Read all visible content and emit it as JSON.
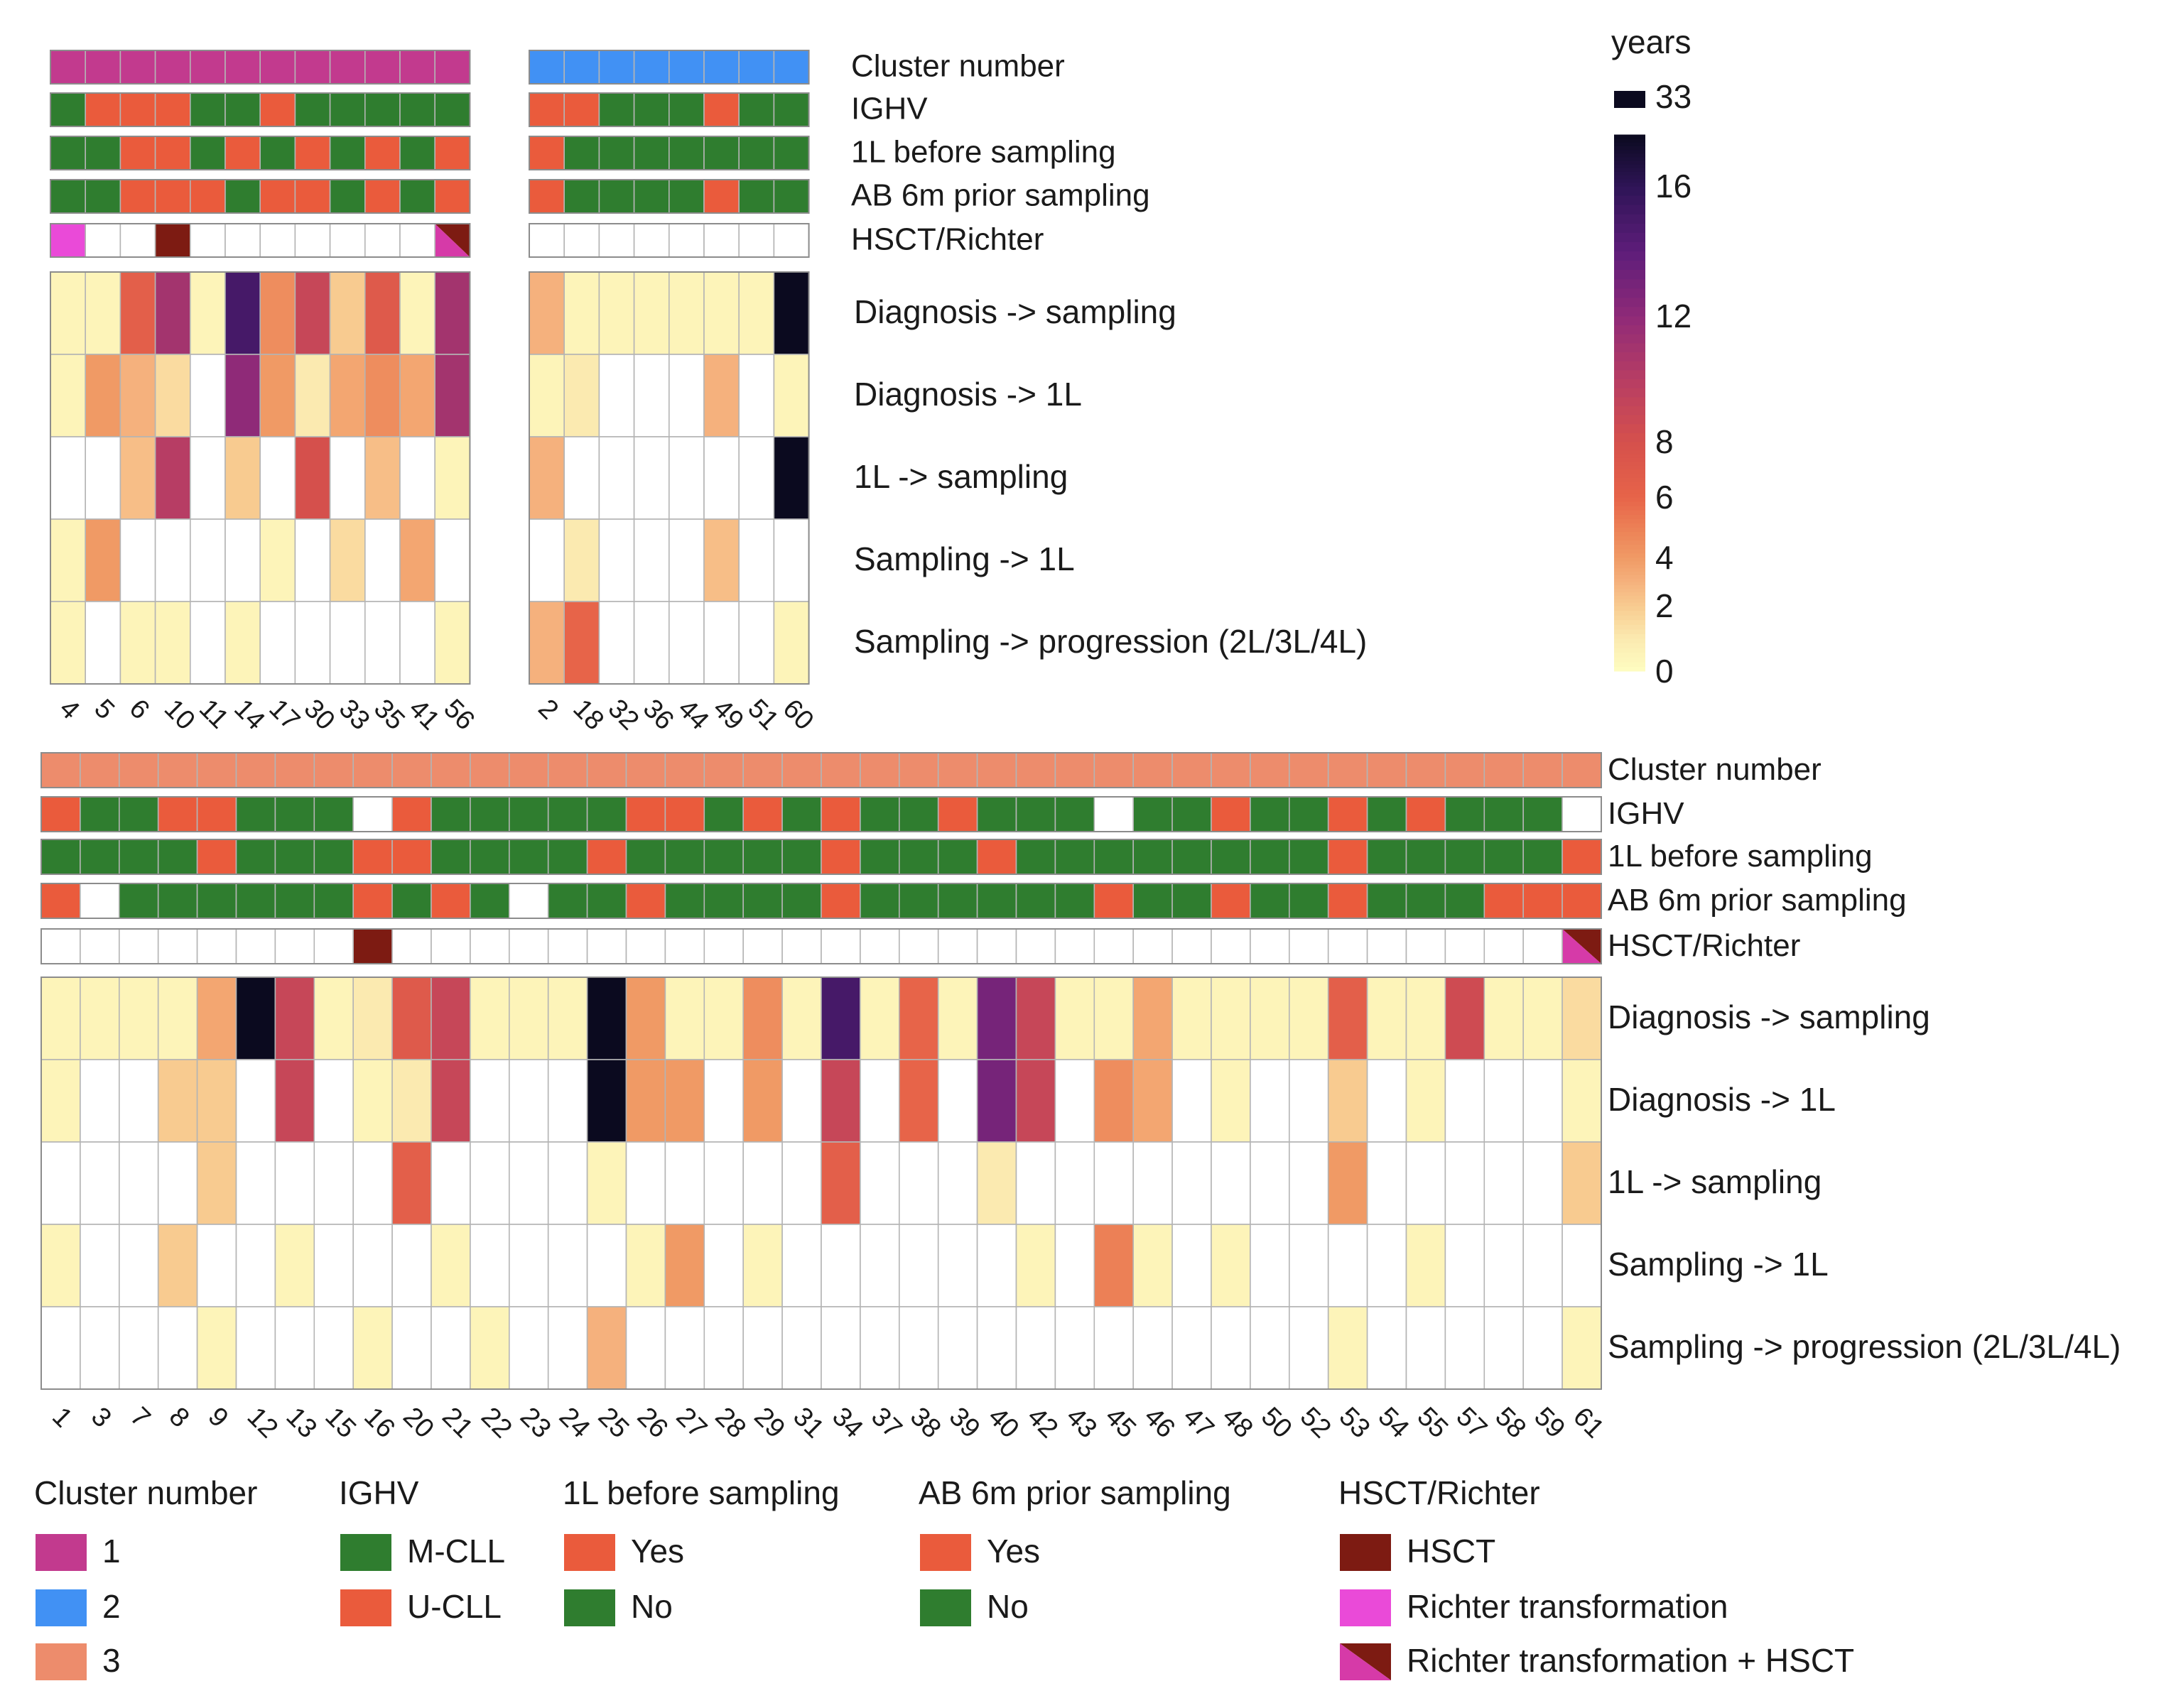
{
  "chart_data": {
    "type": "heatmap",
    "colorbar": {
      "title": "years",
      "ticks": [
        "0",
        "2",
        "4",
        "6",
        "8",
        "12",
        "16",
        "33"
      ],
      "stops": [
        [
          0,
          "#fefdc1"
        ],
        [
          1,
          "#fbeab0"
        ],
        [
          2,
          "#f8cb90"
        ],
        [
          3,
          "#f5b17d"
        ],
        [
          4,
          "#f09a65"
        ],
        [
          5,
          "#ec8056"
        ],
        [
          6,
          "#e76449"
        ],
        [
          8,
          "#d5504c"
        ],
        [
          10,
          "#b73d64"
        ],
        [
          12,
          "#8f2a78"
        ],
        [
          14,
          "#5d1d7a"
        ],
        [
          16,
          "#2e1456"
        ],
        [
          18,
          "#0b0a1f"
        ]
      ]
    },
    "annotation_colors": {
      "cluster_1": "#c23a8e",
      "cluster_2": "#4191f4",
      "cluster_3": "#ed8c6c",
      "green": "#2f7d2f",
      "red": "#ea5b3c",
      "hsct": "#7d1b12",
      "richter": "#ea4ad8",
      "empty": "#ffffff"
    },
    "panels": [
      {
        "samples": [
          "4",
          "5",
          "6",
          "10",
          "11",
          "14",
          "17",
          "30",
          "33",
          "35",
          "41",
          "56",
          "2",
          "18",
          "32",
          "36",
          "44",
          "49",
          "51",
          "60"
        ],
        "gap_after": 12,
        "annotation_rows": [
          {
            "label": "Cluster number",
            "values": [
              "1",
              "1",
              "1",
              "1",
              "1",
              "1",
              "1",
              "1",
              "1",
              "1",
              "1",
              "1",
              "2",
              "2",
              "2",
              "2",
              "2",
              "2",
              "2",
              "2"
            ]
          },
          {
            "label": "IGHV",
            "values": [
              "M",
              "U",
              "U",
              "U",
              "M",
              "M",
              "U",
              "M",
              "M",
              "M",
              "M",
              "M",
              "U",
              "U",
              "M",
              "M",
              "M",
              "U",
              "M",
              "M"
            ]
          },
          {
            "label": "1L before sampling",
            "values": [
              "No",
              "No",
              "Yes",
              "Yes",
              "No",
              "Yes",
              "No",
              "Yes",
              "No",
              "Yes",
              "No",
              "Yes",
              "Yes",
              "No",
              "No",
              "No",
              "No",
              "No",
              "No",
              "No"
            ]
          },
          {
            "label": "AB 6m prior sampling",
            "values": [
              "No",
              "No",
              "Yes",
              "Yes",
              "Yes",
              "No",
              "Yes",
              "Yes",
              "No",
              "Yes",
              "No",
              "Yes",
              "Yes",
              "No",
              "No",
              "No",
              "No",
              "Yes",
              "No",
              "No"
            ]
          },
          {
            "label": "HSCT/Richter",
            "values": [
              "R",
              "",
              "",
              "H",
              "",
              "",
              "",
              "",
              "",
              "",
              "",
              "RH",
              "",
              "",
              "",
              "",
              "",
              "",
              "",
              ""
            ]
          }
        ],
        "value_rows": [
          {
            "label": "Diagnosis -> sampling",
            "values": [
              0.5,
              0.5,
              6.5,
              11,
              0.5,
              15,
              4.5,
              9,
              2,
              7,
              0.5,
              11,
              3,
              0.5,
              0.5,
              0.5,
              0.5,
              0.5,
              0.5,
              18
            ]
          },
          {
            "label": "Diagnosis -> 1L",
            "values": [
              0.5,
              4,
              3,
              1.5,
              null,
              12,
              4,
              1,
              3.5,
              4.5,
              3.5,
              11,
              0.5,
              1,
              null,
              null,
              null,
              3,
              null,
              0.5
            ]
          },
          {
            "label": "1L -> sampling",
            "values": [
              null,
              null,
              2.5,
              10,
              null,
              2,
              null,
              8,
              null,
              2.5,
              null,
              0.5,
              3,
              null,
              null,
              null,
              null,
              null,
              null,
              18
            ]
          },
          {
            "label": "Sampling -> 1L",
            "values": [
              0.5,
              4,
              null,
              null,
              null,
              null,
              0.5,
              null,
              1.5,
              null,
              3.5,
              null,
              null,
              1,
              null,
              null,
              null,
              2.5,
              null,
              null
            ]
          },
          {
            "label": "Sampling -> progression (2L/3L/4L)",
            "values": [
              0.5,
              null,
              0.5,
              0.5,
              null,
              0.5,
              null,
              null,
              null,
              null,
              null,
              0.5,
              3,
              6,
              null,
              null,
              null,
              null,
              null,
              0.5
            ]
          }
        ]
      },
      {
        "samples": [
          "1",
          "3",
          "7",
          "8",
          "9",
          "12",
          "13",
          "15",
          "16",
          "20",
          "21",
          "22",
          "23",
          "24",
          "25",
          "26",
          "27",
          "28",
          "29",
          "31",
          "34",
          "37",
          "38",
          "39",
          "40",
          "42",
          "43",
          "45",
          "46",
          "47",
          "48",
          "50",
          "52",
          "53",
          "54",
          "55",
          "57",
          "58",
          "59",
          "61"
        ],
        "gap_after": null,
        "annotation_rows": [
          {
            "label": "Cluster number",
            "values": [
              "3",
              "3",
              "3",
              "3",
              "3",
              "3",
              "3",
              "3",
              "3",
              "3",
              "3",
              "3",
              "3",
              "3",
              "3",
              "3",
              "3",
              "3",
              "3",
              "3",
              "3",
              "3",
              "3",
              "3",
              "3",
              "3",
              "3",
              "3",
              "3",
              "3",
              "3",
              "3",
              "3",
              "3",
              "3",
              "3",
              "3",
              "3",
              "3",
              "3"
            ]
          },
          {
            "label": "IGHV",
            "values": [
              "U",
              "M",
              "M",
              "U",
              "U",
              "M",
              "M",
              "M",
              "",
              "U",
              "M",
              "M",
              "M",
              "M",
              "M",
              "U",
              "U",
              "M",
              "U",
              "M",
              "U",
              "M",
              "M",
              "U",
              "M",
              "M",
              "M",
              "",
              "M",
              "M",
              "U",
              "M",
              "M",
              "U",
              "M",
              "U",
              "M",
              "M",
              "M",
              ""
            ]
          },
          {
            "label": "1L before sampling",
            "values": [
              "No",
              "No",
              "No",
              "No",
              "Yes",
              "No",
              "No",
              "No",
              "Yes",
              "Yes",
              "No",
              "No",
              "No",
              "No",
              "Yes",
              "No",
              "No",
              "No",
              "No",
              "No",
              "Yes",
              "No",
              "No",
              "No",
              "Yes",
              "No",
              "No",
              "No",
              "No",
              "No",
              "No",
              "No",
              "No",
              "Yes",
              "No",
              "No",
              "No",
              "No",
              "No",
              "Yes"
            ]
          },
          {
            "label": "AB 6m prior sampling",
            "values": [
              "Yes",
              "",
              "No",
              "No",
              "No",
              "No",
              "No",
              "No",
              "Yes",
              "No",
              "Yes",
              "No",
              "",
              "No",
              "No",
              "Yes",
              "No",
              "No",
              "No",
              "No",
              "Yes",
              "No",
              "No",
              "No",
              "No",
              "No",
              "No",
              "Yes",
              "No",
              "No",
              "Yes",
              "No",
              "No",
              "Yes",
              "No",
              "No",
              "No",
              "Yes",
              "Yes",
              "Yes"
            ]
          },
          {
            "label": "HSCT/Richter",
            "values": [
              "",
              "",
              "",
              "",
              "",
              "",
              "",
              "",
              "H",
              "",
              "",
              "",
              "",
              "",
              "",
              "",
              "",
              "",
              "",
              "",
              "",
              "",
              "",
              "",
              "",
              "",
              "",
              "",
              "",
              "",
              "",
              "",
              "",
              "",
              "",
              "",
              "",
              "",
              "",
              "RH"
            ]
          }
        ],
        "value_rows": [
          {
            "label": "Diagnosis -> sampling",
            "values": [
              0.5,
              0.5,
              0.5,
              0.5,
              3.5,
              18,
              9,
              0.5,
              1,
              7,
              9,
              0.5,
              0.5,
              0.5,
              18,
              4,
              0.5,
              0.5,
              4.5,
              0.5,
              15,
              0.5,
              6,
              0.5,
              13,
              9,
              0.5,
              0.5,
              3.5,
              0.5,
              0.5,
              0.5,
              0.5,
              6.5,
              0.5,
              0.5,
              8.5,
              0.5,
              0.5,
              1.5
            ]
          },
          {
            "label": "Diagnosis -> 1L",
            "values": [
              0.5,
              null,
              null,
              2,
              2,
              null,
              9,
              null,
              0.5,
              1,
              9,
              null,
              null,
              null,
              18,
              4,
              4,
              null,
              4,
              null,
              9,
              null,
              6,
              null,
              13,
              9,
              null,
              4.5,
              3.5,
              null,
              0.5,
              null,
              null,
              2,
              null,
              0.5,
              null,
              null,
              null,
              0.5
            ]
          },
          {
            "label": "1L -> sampling",
            "values": [
              null,
              null,
              null,
              null,
              2,
              null,
              null,
              null,
              null,
              6.5,
              null,
              null,
              null,
              null,
              0.5,
              null,
              null,
              null,
              null,
              null,
              6.5,
              null,
              null,
              null,
              1,
              null,
              null,
              null,
              null,
              null,
              null,
              null,
              null,
              4,
              null,
              null,
              null,
              null,
              null,
              2
            ]
          },
          {
            "label": "Sampling -> 1L",
            "values": [
              0.5,
              null,
              null,
              2,
              null,
              null,
              0.5,
              null,
              null,
              null,
              0.5,
              null,
              null,
              null,
              null,
              0.5,
              4,
              null,
              0.5,
              null,
              null,
              null,
              null,
              null,
              null,
              0.5,
              null,
              5,
              0.5,
              null,
              0.5,
              null,
              null,
              null,
              null,
              0.5,
              null,
              null,
              null,
              null
            ]
          },
          {
            "label": "Sampling -> progression (2L/3L/4L)",
            "values": [
              null,
              null,
              null,
              null,
              0.5,
              null,
              null,
              null,
              0.5,
              null,
              null,
              0.5,
              null,
              null,
              3,
              null,
              null,
              null,
              null,
              null,
              null,
              null,
              null,
              null,
              null,
              null,
              null,
              null,
              null,
              null,
              null,
              null,
              null,
              0.5,
              null,
              null,
              null,
              null,
              null,
              0.5
            ]
          }
        ]
      }
    ],
    "legend": [
      {
        "title": "Cluster number",
        "items": [
          {
            "label": "1",
            "color": "cluster_1"
          },
          {
            "label": "2",
            "color": "cluster_2"
          },
          {
            "label": "3",
            "color": "cluster_3"
          }
        ]
      },
      {
        "title": "IGHV",
        "items": [
          {
            "label": "M-CLL",
            "color": "green"
          },
          {
            "label": "U-CLL",
            "color": "red"
          }
        ]
      },
      {
        "title": "1L before sampling",
        "items": [
          {
            "label": "Yes",
            "color": "red"
          },
          {
            "label": "No",
            "color": "green"
          }
        ]
      },
      {
        "title": "AB 6m prior sampling",
        "items": [
          {
            "label": "Yes",
            "color": "red"
          },
          {
            "label": "No",
            "color": "green"
          }
        ]
      },
      {
        "title": "HSCT/Richter",
        "items": [
          {
            "label": "HSCT",
            "color": "hsct"
          },
          {
            "label": "Richter  transformation",
            "color": "richter"
          },
          {
            "label": "Richter  transformation + HSCT",
            "color": "split"
          }
        ]
      }
    ]
  }
}
